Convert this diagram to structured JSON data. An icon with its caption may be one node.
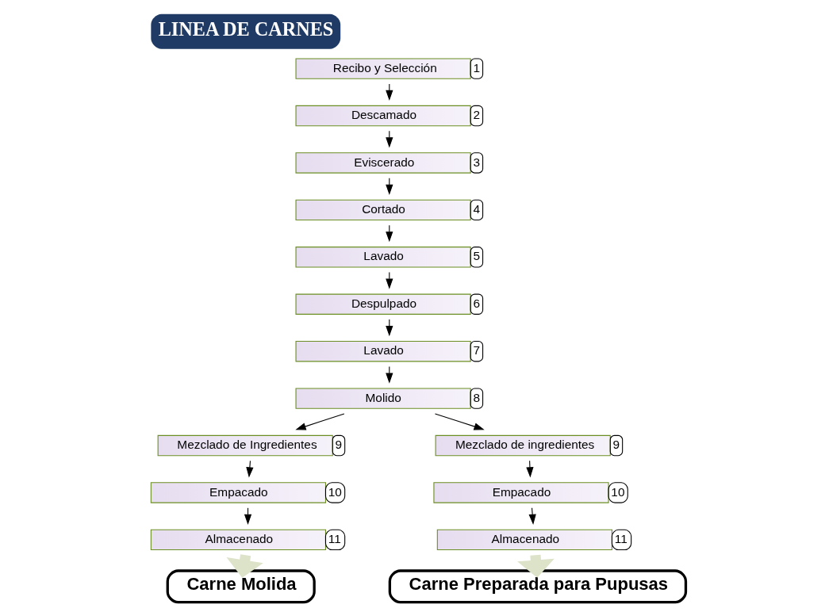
{
  "diagram": {
    "title": "LINEA DE CARNES",
    "nodes": [
      {
        "text": [
          "Recibo y Selección"
        ],
        "beside": [
          "1"
        ]
      },
      {
        "text": [
          "Descamado"
        ],
        "beside": [
          "2"
        ]
      },
      {
        "text": [
          "Eviscerado"
        ],
        "beside": [
          "3"
        ]
      },
      {
        "text": [
          "Cortado"
        ],
        "beside": [
          "4"
        ]
      },
      {
        "text": [
          "Lavado"
        ],
        "beside": [
          "5"
        ]
      },
      {
        "text": [
          "Despulpado"
        ],
        "beside": [
          "6"
        ]
      },
      {
        "text": [
          "Lavado"
        ],
        "beside": [
          "7"
        ]
      },
      {
        "text": [
          "Molido"
        ],
        "beside": [
          "8"
        ]
      },
      {
        "text": [
          "Mezclado de Ingredientes"
        ],
        "beside": [
          "9"
        ]
      },
      {
        "text": [
          "Empacado"
        ],
        "beside": [
          "10"
        ]
      },
      {
        "text": [
          "Almacenado"
        ],
        "beside": [
          "11"
        ]
      },
      {
        "text": [
          "Mezclado de ingredientes"
        ],
        "beside": [
          "9"
        ]
      },
      {
        "text": [
          "Empacado"
        ],
        "beside": [
          "10"
        ]
      },
      {
        "text": [
          "Almacenado"
        ],
        "beside": [
          "11"
        ]
      },
      {
        "text": [
          "Carne Molida"
        ]
      },
      {
        "text": [
          "Carne Preparada para Pupusas"
        ]
      }
    ],
    "edges": [
      {
        "from": 0,
        "to": 1,
        "arrow": "to"
      },
      {
        "from": 1,
        "to": 2,
        "arrow": "to"
      },
      {
        "from": 2,
        "to": 3,
        "arrow": "to"
      },
      {
        "from": 3,
        "to": 4,
        "arrow": "to"
      },
      {
        "from": 4,
        "to": 5,
        "arrow": "to"
      },
      {
        "from": 5,
        "to": 6,
        "arrow": "to"
      },
      {
        "from": 6,
        "to": 7,
        "arrow": "to"
      },
      {
        "from": 7,
        "to": 8,
        "arrow": "to"
      },
      {
        "from": 7,
        "to": 11,
        "arrow": "to"
      },
      {
        "from": 8,
        "to": 9,
        "arrow": "to"
      },
      {
        "from": 9,
        "to": 10,
        "arrow": "to"
      },
      {
        "from": 11,
        "to": 12,
        "arrow": "to"
      },
      {
        "from": 12,
        "to": 13,
        "arrow": "to"
      },
      {
        "from": 10,
        "to": 14,
        "arrow": "to",
        "style": "thick",
        "color": "#dde3c8"
      },
      {
        "from": 13,
        "to": 15,
        "arrow": "to",
        "style": "thick",
        "color": "#dde3c8"
      }
    ]
  }
}
